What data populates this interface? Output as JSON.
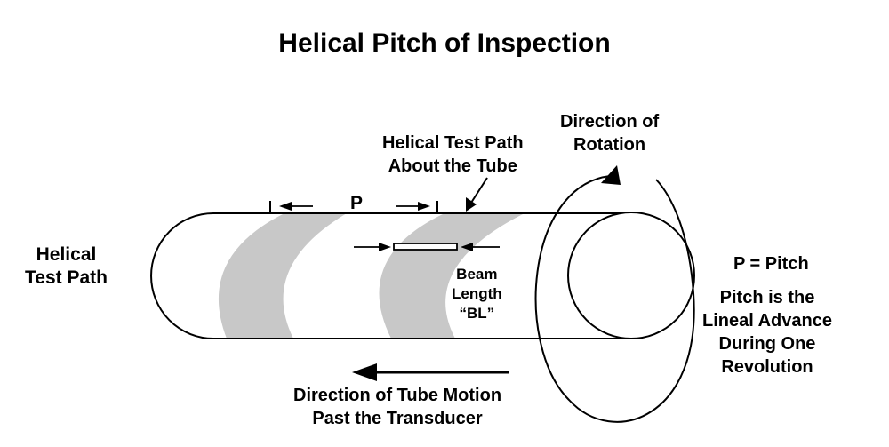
{
  "title": "Helical Pitch of Inspection",
  "labels": {
    "helical_test_path": [
      "Helical",
      "Test Path"
    ],
    "helical_path_about_tube": [
      "Helical Test Path",
      "About the Tube"
    ],
    "direction_of_rotation": [
      "Direction of",
      "Rotation"
    ],
    "pitch_symbol": "P",
    "beam_length": [
      "Beam",
      "Length",
      "“BL”"
    ],
    "pitch_equation": "P = Pitch",
    "pitch_definition": [
      "Pitch is the",
      "Lineal Advance",
      "During One",
      "Revolution"
    ],
    "tube_motion": [
      "Direction of Tube Motion",
      "Past the Transducer"
    ]
  },
  "colors": {
    "stripe": "#c8c8c8",
    "line": "#000000",
    "background": "#ffffff"
  }
}
